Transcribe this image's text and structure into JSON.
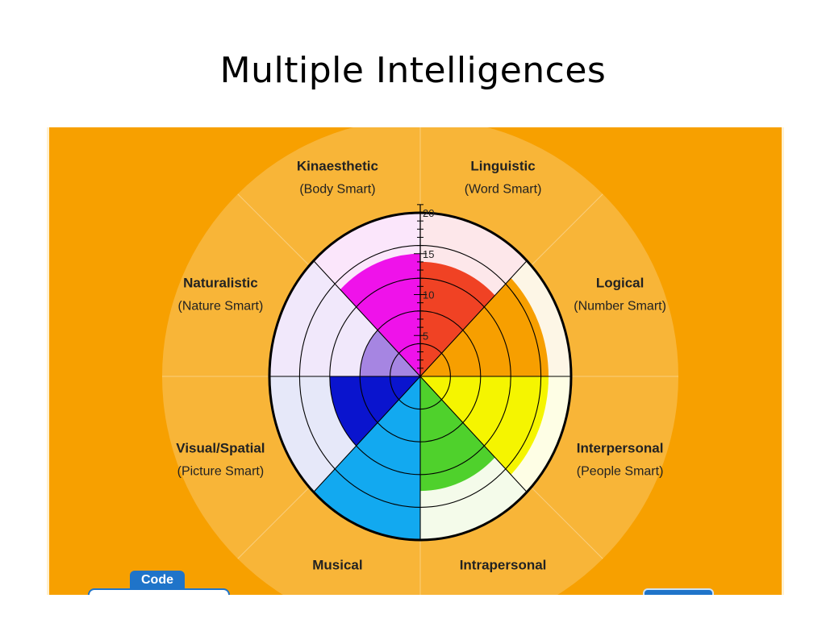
{
  "slide": {
    "title": "Multiple Intelligences"
  },
  "controls": {
    "code_label": "Code"
  },
  "chart_data": {
    "type": "polar-area",
    "radial_ticks": [
      "5",
      "10",
      "15",
      "20"
    ],
    "rmax": 20,
    "categories": [
      {
        "name": "Linguistic",
        "sub": "(Word Smart)",
        "value": 14,
        "color": "#f04224",
        "bg": "#fde7ea"
      },
      {
        "name": "Logical",
        "sub": "(Number Smart)",
        "value": 17,
        "color": "#f79f00",
        "bg": "#fdf6e6"
      },
      {
        "name": "Interpersonal",
        "sub": "(People Smart)",
        "value": 17,
        "color": "#f5f500",
        "bg": "#fefee5"
      },
      {
        "name": "Intrapersonal",
        "sub": "",
        "value": 14,
        "color": "#4fd12c",
        "bg": "#f4fbea"
      },
      {
        "name": "Musical",
        "sub": "",
        "value": 20,
        "color": "#12a9f0",
        "bg": "#e4f4fd"
      },
      {
        "name": "Visual/Spatial",
        "sub": "(Picture Smart)",
        "value": 12,
        "color": "#0a14ce",
        "bg": "#e6e8f9"
      },
      {
        "name": "Naturalistic",
        "sub": "(Nature Smart)",
        "value": 8,
        "color": "#a685e2",
        "bg": "#f1e8fb"
      },
      {
        "name": "Kinaesthetic",
        "sub": "(Body Smart)",
        "value": 15,
        "color": "#ef12ea",
        "bg": "#fbe6fb"
      }
    ]
  }
}
